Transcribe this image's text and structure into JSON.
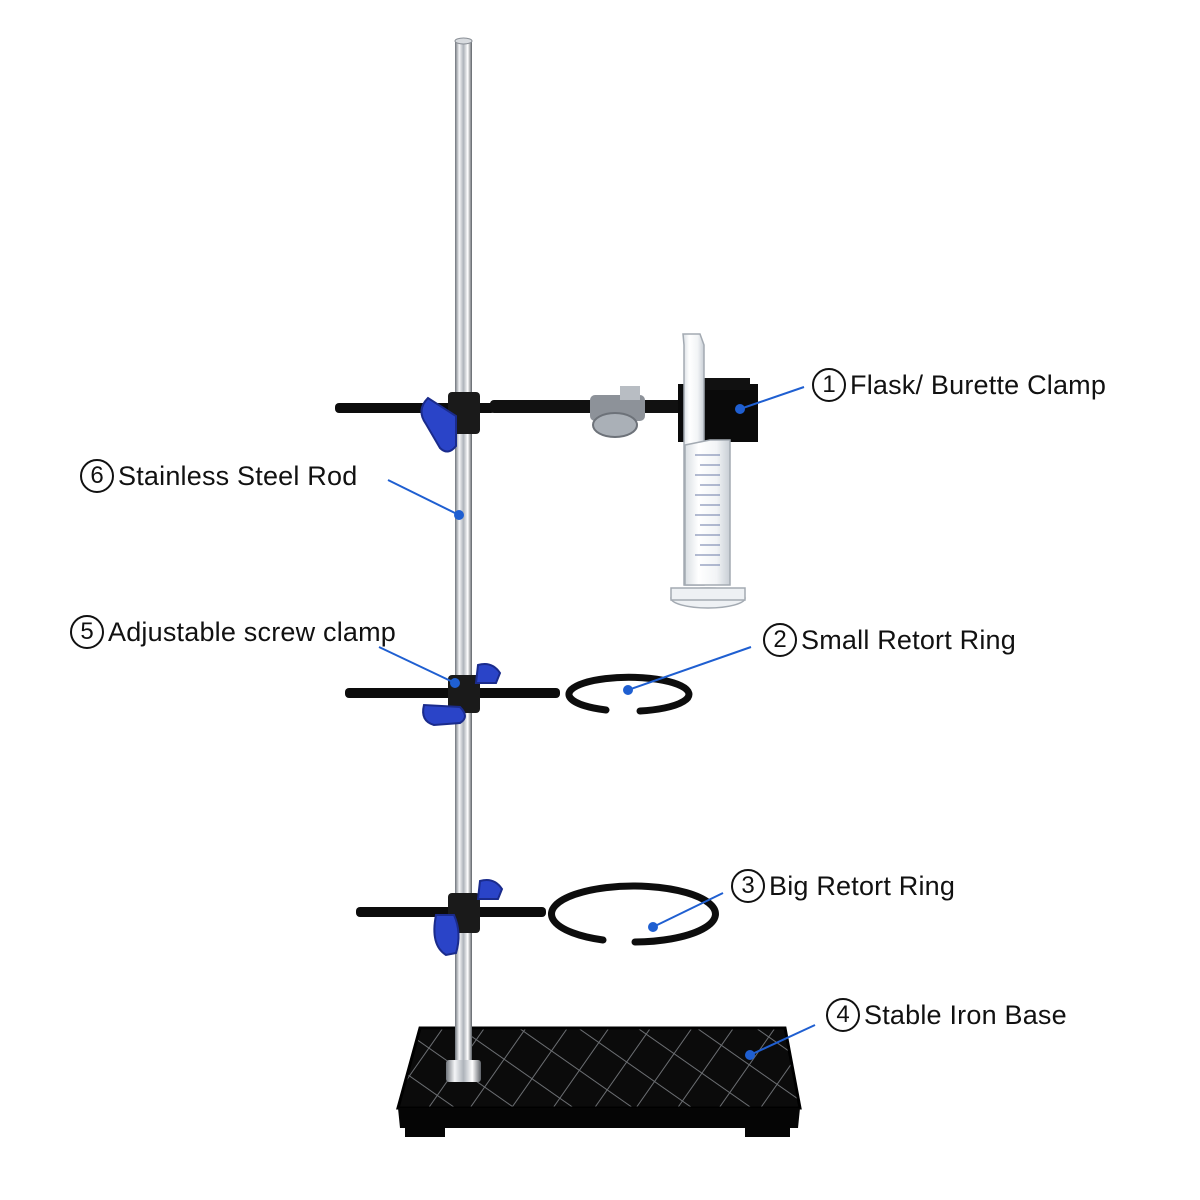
{
  "callouts": [
    {
      "id": "flask-burette-clamp",
      "number": "1",
      "label": "Flask/ Burette Clamp"
    },
    {
      "id": "small-retort-ring",
      "number": "2",
      "label": "Small Retort Ring"
    },
    {
      "id": "big-retort-ring",
      "number": "3",
      "label": "Big Retort Ring"
    },
    {
      "id": "stable-iron-base",
      "number": "4",
      "label": "Stable Iron Base"
    },
    {
      "id": "adjustable-screw-clamp",
      "number": "5",
      "label": "Adjustable screw clamp"
    },
    {
      "id": "stainless-steel-rod",
      "number": "6",
      "label": "Stainless Steel Rod"
    }
  ],
  "colors": {
    "leader_line": "#1f5fd1",
    "clamp_knob": "#2a44c8",
    "metal_black": "#111111",
    "rod_chrome": "#c9ccd1"
  }
}
